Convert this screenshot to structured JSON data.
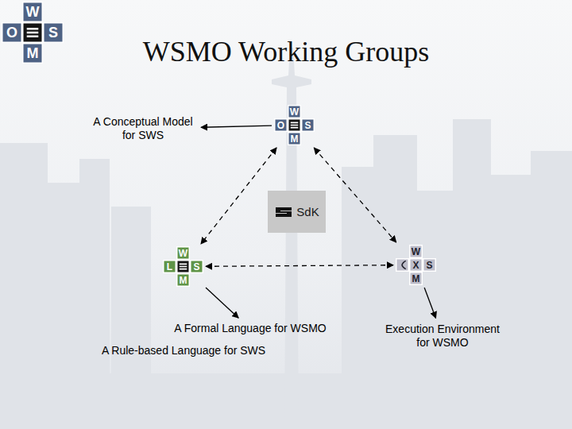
{
  "diagram": {
    "title": "WSMO Working Groups",
    "nodes": [
      {
        "text": [
          "W",
          "O",
          "S",
          "M"
        ]
      },
      {
        "text": [
          "W",
          "O",
          "S",
          "M"
        ]
      },
      {
        "text": [
          "A Conceptual Model for SWS"
        ]
      },
      {
        "text": [
          "SdK"
        ]
      },
      {
        "text": [
          "W",
          "L",
          "S",
          "M"
        ]
      },
      {
        "text": [
          "W",
          "X",
          "S",
          "M"
        ]
      },
      {
        "text": [
          "A Formal Language for WSMO"
        ]
      },
      {
        "text": [
          "Execution Environment for WSMO"
        ]
      }
    ],
    "edges": [
      {
        "from": 1,
        "to": 2,
        "arrow": "to"
      },
      {
        "from": 1,
        "to": 4,
        "arrow": "both"
      },
      {
        "from": 1,
        "to": 5,
        "arrow": "both"
      },
      {
        "from": 4,
        "to": 5,
        "arrow": "both"
      },
      {
        "from": 4,
        "to": 6,
        "arrow": "to"
      },
      {
        "from": 5,
        "to": 7,
        "arrow": "to"
      }
    ],
    "labels": [
      "A Rule-based Language for SWS"
    ]
  }
}
